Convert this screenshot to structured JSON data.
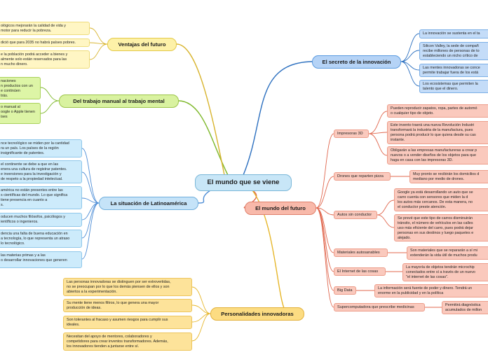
{
  "center": "El mundo que se viene",
  "ventajas": {
    "title": "Ventajas del futuro",
    "leaves": [
      [
        "ológicos mejorarán la calidad de vida y",
        "motor para reducir la pobreza."
      ],
      [
        "dició que para 2035 no habrá países pobres."
      ],
      [
        "e la población podrá acceder a bienes y",
        "almente solo están reservados para las",
        "n mucho dinero."
      ]
    ]
  },
  "trabajo": {
    "title": "Del trabajo manual al trabajo mental",
    "leaves": [
      [
        "naciones",
        "n productos con un",
        "e continúen",
        "trás."
      ],
      [
        "o manual al",
        "oogle o Apple tienen",
        "ises"
      ]
    ]
  },
  "latam": {
    "title": "La situación de Latinoamérica",
    "leaves": [
      [
        "nce tecnológico se miden por la cantidad",
        "ra un país. Los países de la región",
        "insignificante de patentes."
      ],
      [
        "el continente se debe a que en las",
        "enera una cultura de registrar patentes.",
        "e inversiones para la investigación y",
        "de respeto a la propiedad intelectual."
      ],
      [
        "américa no están presentes entre las",
        "s científicas del mundo. Lo que significa",
        "tiene presencia en cuanto a",
        "s."
      ],
      [
        "oducen muchos filósofos, psicólogos y",
        "ientíficos o ingenieros."
      ],
      [
        "dencia una falta de buena educación en",
        "a tecnología, lo que representa un atraso",
        "lo tecnológico."
      ],
      [
        "las materias primas y a las",
        "o desarrollar innovaciones que generen"
      ]
    ]
  },
  "innovadoras": {
    "title": "Personalidades innovadoras",
    "leaves": [
      [
        "Las personas innovadoras se distinguen por ser extrovertidas,",
        "no se preocupan por lo que los demás piensen de ellos y son",
        "abiertos a la experimentación."
      ],
      [
        "Su mente tiene menos filtros, lo que genera una mayor",
        "producción de ideas."
      ],
      [
        "Son tolerantes al fracaso y asumen riesgos para cumplir sus",
        "ideales."
      ],
      [
        "Necesitan del apoyo de mentores, colaboradores y",
        "competidores para crear inventos transformadores. Además,",
        "los innovadores tienden a juntarse entre sí."
      ]
    ]
  },
  "secreto": {
    "title": "El secreto de la innovación",
    "leaves": [
      [
        "La innovación se sustenta en el ta"
      ],
      [
        "Silicon Valley, la sede de compañ",
        "recibe millones de personas de to",
        "estableciendo un nicho crítico de"
      ],
      [
        "Las mentes innovadoras se conce",
        "permite trabajar fuera de los está"
      ],
      [
        "Los ecosistemas que permiten la",
        "talento que el dinero."
      ]
    ]
  },
  "futuro": {
    "title": "El mundo del futuro",
    "subs": [
      {
        "label": "Impresoras 3D",
        "leaves": [
          [
            "Pueden reproducir zapatos, ropa, partes de automó",
            "o cualquier tipo de objeto."
          ],
          [
            "Este invento  traerá una nueva Revolución Industri",
            "transformará la industria de la manufactura, pues",
            "persona podrá producir lo que quiera desde su cas",
            "instante."
          ],
          [
            "Obligarán a las empresas manufactureras a crear p",
            "nuevos o a vender diseños de los objetos para que",
            "haga en casa con las impresoras 3D."
          ]
        ]
      },
      {
        "label": "Drones que reparten pizza",
        "leaves": [
          [
            "Muy pronto se recibirán los domicilios d",
            "mediano por medio de drones."
          ]
        ]
      },
      {
        "label": "Autos sin conductor",
        "leaves": [
          [
            "Google ya está desarrollando un auto que se",
            "carro cuenta con sensores que miden la d",
            "los autos más cercanos. De esta manera, no",
            "el conductor preste atención."
          ],
          [
            "Se prevé que este tipo de carros disminuirán",
            "tránsito, el número de vehículos en las calles",
            "uso más eficiente del carro, pues podrá dejar",
            "personas en sus destinos y luego paquetes e",
            "alejado."
          ]
        ]
      },
      {
        "label": "Materiales autosanables",
        "leaves": [
          [
            "Son materiales que se repararán a sí mi",
            "extenderán la vida útil de muchos produ"
          ]
        ]
      },
      {
        "label": "El Internet de las cosas",
        "leaves": [
          [
            "La mayoría de  objetos tendrán microchip",
            "conectados entre sí a  través de un nuevo",
            "\"el internet de las cosas\"."
          ]
        ]
      },
      {
        "label": "Big Data",
        "leaves": [
          [
            "La información será fuente de poder y dinero. Tendrá un",
            "enorme en la publicidad y en la política"
          ]
        ]
      },
      {
        "label": "Supercomputadora que prescribe medicinas",
        "leaves": [
          [
            "Permitirá diagnóstica",
            "acumulados de millon"
          ]
        ]
      }
    ]
  }
}
